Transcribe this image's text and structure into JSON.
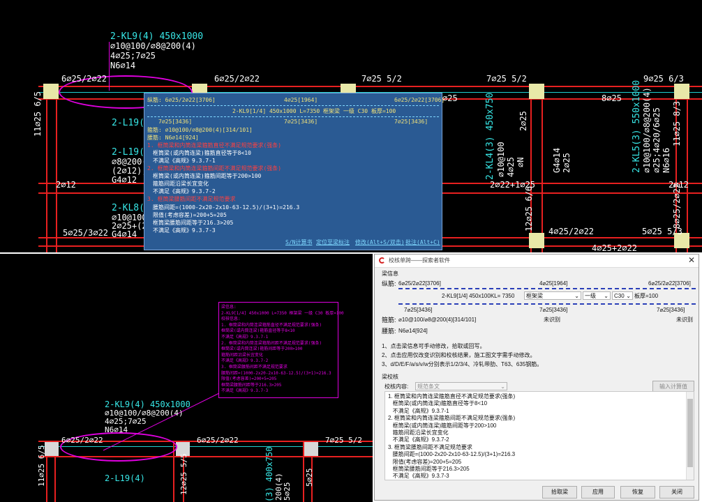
{
  "top_view": {
    "beam_kl9_name": "2-KL9(4) 450x1000",
    "beam_kl9_stirrup": "⌀10@100/⌀8@200(4)",
    "beam_kl9_top": "4⌀25;7⌀25",
    "beam_kl9_waist": "N6⌀14",
    "lbl_6_25_2_22_a": "6⌀25/2⌀22",
    "lbl_6_25_2_22_b": "6⌀25/2⌀22",
    "lbl_7_25_5_2": "7⌀25 5/2",
    "lbl_7_25_5_2_b": "7⌀25 5/2",
    "lbl_9_25_6_3": "9⌀25 6/3",
    "lbl_8_25": "8⌀25",
    "lbl_11_25_6_5": "11⌀25 6/5",
    "lbl_l19": "2-L19(4)",
    "lbl_l19b": "2-L19(4)",
    "lbl_l19_st": "⌀8@200(",
    "lbl_l19_top": "(2⌀12);2",
    "lbl_g4": "G4⌀12",
    "lbl_2_12": "2⌀12",
    "lbl_kl8": "2-KL8(4",
    "lbl_kl8_st": "⌀10@100",
    "lbl_kl8_top": "2⌀25+(2",
    "lbl_kl8_g": "G4⌀14",
    "lbl_5_25_3_22": "5⌀25/3⌀22",
    "lbl_2_22_1_25": "2⌀22+1⌀25",
    "lbl_kl4": "2-KL4(3) 450x750",
    "lbl_kl4_b": "⌀10@100",
    "lbl_kl4_c": "4⌀25",
    "lbl_kl4_d": "⌀N",
    "lbl_g4_25": "G4⌀14",
    "lbl_2_25": "2⌀25",
    "lbl_kl5": "2-KL5(3) 550x1000",
    "lbl_kl5_b": "⌀10@100/⌀8@200(4)",
    "lbl_kl5_c": "⌀25;4⌀20/6⌀25",
    "lbl_kl5_d": "N6⌀16",
    "lbl_11_25_8_3": "11⌀25 8/3",
    "lbl_2_12_b": "2⌀12",
    "lbl_12_25_6_6": "12⌀25 6/6",
    "lbl_4_25_2_22": "4⌀25/2⌀22",
    "lbl_8_25_2_22": "8⌀25/2⌀22",
    "lbl_4_25_2_22_b": "4⌀25+2⌀22",
    "lbl_5_25_5": "5⌀25 5/3"
  },
  "tooltip": {
    "row1_left": "纵筋: 6⌀25/2⌀22[3706]",
    "row1_mid": "4⌀25[1964]",
    "row1_right": "6⌀25/2⌀22[3706]",
    "beam_line": "2-KL9[1/4] 450x1000 L=7350 框架梁 一级 C30 板厚=100",
    "row3_left": "7⌀25[3436]",
    "row3_mid": "7⌀25[3436]",
    "row3_right": "7⌀25[3436]",
    "stirrup": "箍筋: ⌀10@100/⌀8@200(4)[314/101]",
    "waist": "腰筋: N6⌀14[924]",
    "e1": "1. 框筒梁和内筒连梁箍筋直径不满足规范要求(强条)",
    "e1a": "框筒梁(或内筒连梁)箍筋直径等于8<10",
    "e1b": "不满足《高规》9.3.7-1",
    "e2": "2. 框筒梁和内筒连梁箍筋间距不满足规范要求(强条)",
    "e2a": "框筒梁(或内筒连梁)箍筋间距等于200>100",
    "e2b": "箍筋间距沿梁长宜变化",
    "e2c": "不满足《高规》9.3.7-2",
    "e3": "3. 框筒梁腰筋间距不满足规范要求",
    "e3a": "腰筋间距=(1000-2x20-2x10-63-12.5)/(3+1)=216.3",
    "e3b": "限值(考虑容差)=200+5=205",
    "e3c": "框筒梁腰筋间距等于216.3>205",
    "e3d": "不满足《高规》9.3.7-3",
    "link1": "S/N计算书",
    "link2": "定位至梁标注",
    "link3": "修改(Alt+S/双击)",
    "link4": "批注(Alt+C)"
  },
  "bottom_view": {
    "anno_lines": [
      "梁信息:",
      "2-KL9[1/4] 450x1000 L=7350 框架梁 一级 C30 板厚=100",
      "校核信息:",
      "1. 框筒梁和内筒连梁箍筋直径不满足规范要求(强条)",
      "框筒梁(或内筒连梁)箍筋直径等于8<10",
      "不满足《高规》9.3.7-1",
      "2. 框筒梁和内筒连梁箍筋间距不满足规范要求(强条)",
      "框筒梁(或内筒连梁)箍筋间距等于200>100",
      "箍筋间距沿梁长宜变化",
      "不满足《高规》9.3.7-2",
      "3. 框筒梁腰筋间距不满足规范要求",
      "腰筋间距=(1000-2x20-2x10-63-12.5)/(3+1)=216.3",
      "限值(考虑容差)=200+5=205",
      "框筒梁腰筋间距等于216.3>205",
      "不满足《高规》9.3.7-3"
    ],
    "kl9_name": "2-KL9(4) 450x1000",
    "kl9_st": "⌀10@100/⌀8@200(4)",
    "kl9_top": "4⌀25;7⌀25",
    "kl9_w": "N6⌀14",
    "b_6_25_a": "6⌀25/2⌀22",
    "b_6_25_b": "6⌀25/2⌀22",
    "b_7_25": "7⌀25 5/2",
    "b_11_25": "11⌀25 6/5",
    "b_l19": "2-L19(4)",
    "b_12_25": "12⌀25 5/5",
    "b_kl3": "(3) 400x750",
    "b_kl3b": "200(4)",
    "b_kl3c": "5⌀25"
  },
  "dialog": {
    "title": "校核单跨——探索者软件",
    "section_beam": "梁信息",
    "long_label": "纵筋:",
    "long_left": "6⌀25/2⌀22[3706]",
    "long_mid": "4⌀25[1964]",
    "long_right": "6⌀25/2⌀22[3706]",
    "beam_id": "2-KL9[1/4] 450x100KL= 7350",
    "type_value": "框架梁",
    "grade_value": "一级",
    "conc_value": "C30",
    "slab_label": "板厚=100",
    "bot_left": "7⌀25[3436]",
    "bot_mid": "7⌀25[3436]",
    "bot_right": "7⌀25[3436]",
    "stirrup_label": "箍筋:",
    "stirrup_value": "⌀10@100/⌀8@200(4)[314/101]",
    "unrec1": "未识别",
    "unrec2": "未识别",
    "waist_label": "腰筋:",
    "waist_value": "N6⌀14[924]",
    "tip1": "1、点击梁信息可手动修改，拾取或回写。",
    "tip2": "2、点击应用仅改变识别和校核结果，施工图文字需手动修改。",
    "tip3": "3、d/D/E/F/a/s/v/w分别表示1/2/3/4、冷轧带肋、T63、635钢筋。",
    "section_check": "梁校核",
    "check_content_label": "校核内容:",
    "check_content_value": "规范条文",
    "input_calc": "输入计算值",
    "results": [
      "1. 框筒梁和内筒连梁箍筋直径不满足规范要求(强条)",
      "   框筒梁(或内筒连梁)箍筋直径等于8<10",
      "   不满足《高规》9.3.7-1",
      "2. 框筒梁和内筒连梁箍筋间距不满足规范要求(强条)",
      "   框筒梁(或内筒连梁)箍筋间距等于200>100",
      "   箍筋间距沿梁长宜变化",
      "   不满足《高规》9.3.7-2",
      "3. 框筒梁腰筋间距不满足规范要求",
      "   腰筋间距=(1000-2x20-2x10-63-12.5)/(3+1)=216.3",
      "   限值(考虑容差)=200+5=205",
      "   框筒梁腰筋间距等于216.3>205",
      "   不满足《高规》9.3.7-3"
    ],
    "btn_pick": "拾取梁",
    "btn_apply": "应用",
    "btn_restore": "恢复",
    "btn_close": "关闭"
  }
}
